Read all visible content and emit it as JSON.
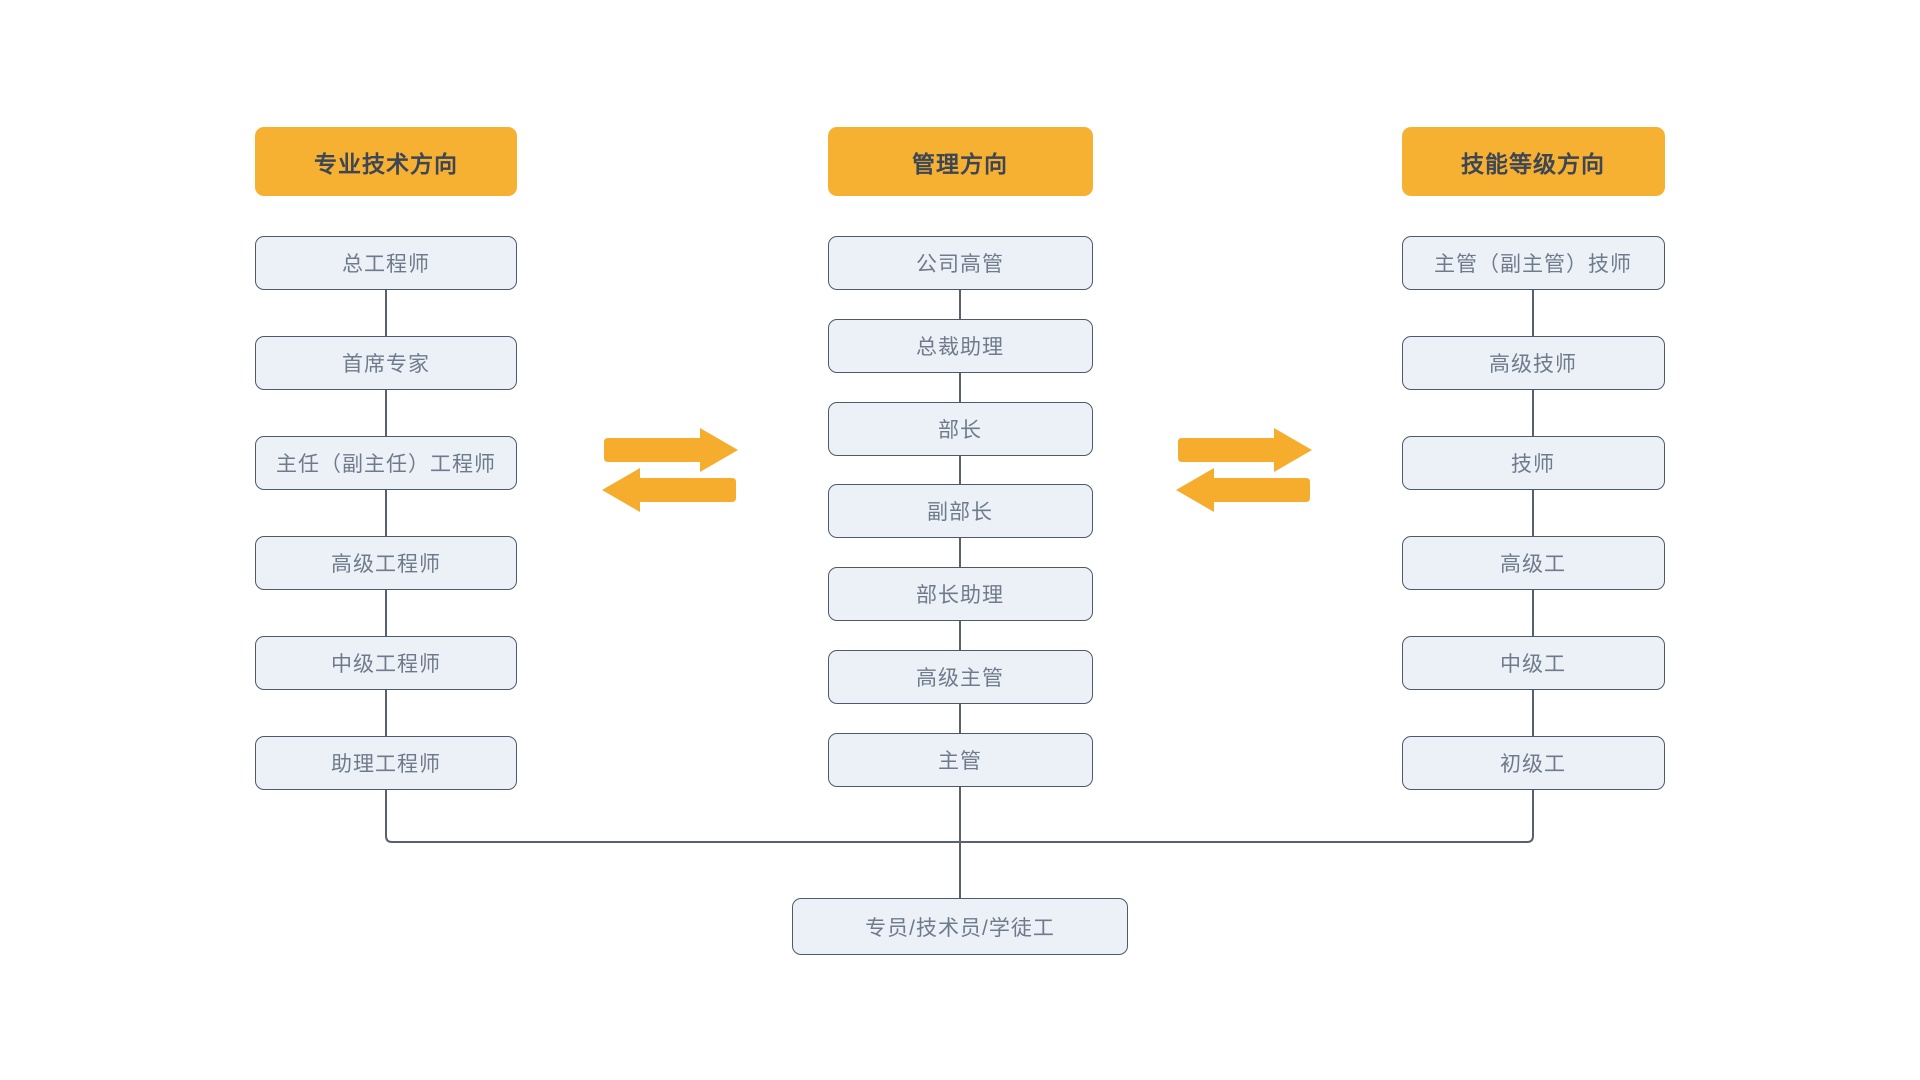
{
  "colors": {
    "page_bg": "#ffffff",
    "header_bg": "#F6B133",
    "header_text": "#3D4654",
    "box_bg": "#ECF1F8",
    "box_border": "#4F5A68",
    "box_text": "#6F7B8B",
    "line": "#58616E",
    "arrow": "#F6AD2E"
  },
  "diagram": {
    "columns": [
      {
        "header": "专业技术方向",
        "items": [
          "总工程师",
          "首席专家",
          "主任（副主任）工程师",
          "高级工程师",
          "中级工程师",
          "助理工程师"
        ]
      },
      {
        "header": "管理方向",
        "items": [
          "公司高管",
          "总裁助理",
          "部长",
          "副部长",
          "部长助理",
          "高级主管",
          "主管"
        ]
      },
      {
        "header": "技能等级方向",
        "items": [
          "主管（副主管）技师",
          "高级技师",
          "技师",
          "高级工",
          "中级工",
          "初级工"
        ]
      }
    ],
    "bottom": "专员/技术员/学徒工",
    "icons": {
      "left_exchange": "exchange-arrows-icon",
      "right_exchange": "exchange-arrows-icon"
    }
  }
}
